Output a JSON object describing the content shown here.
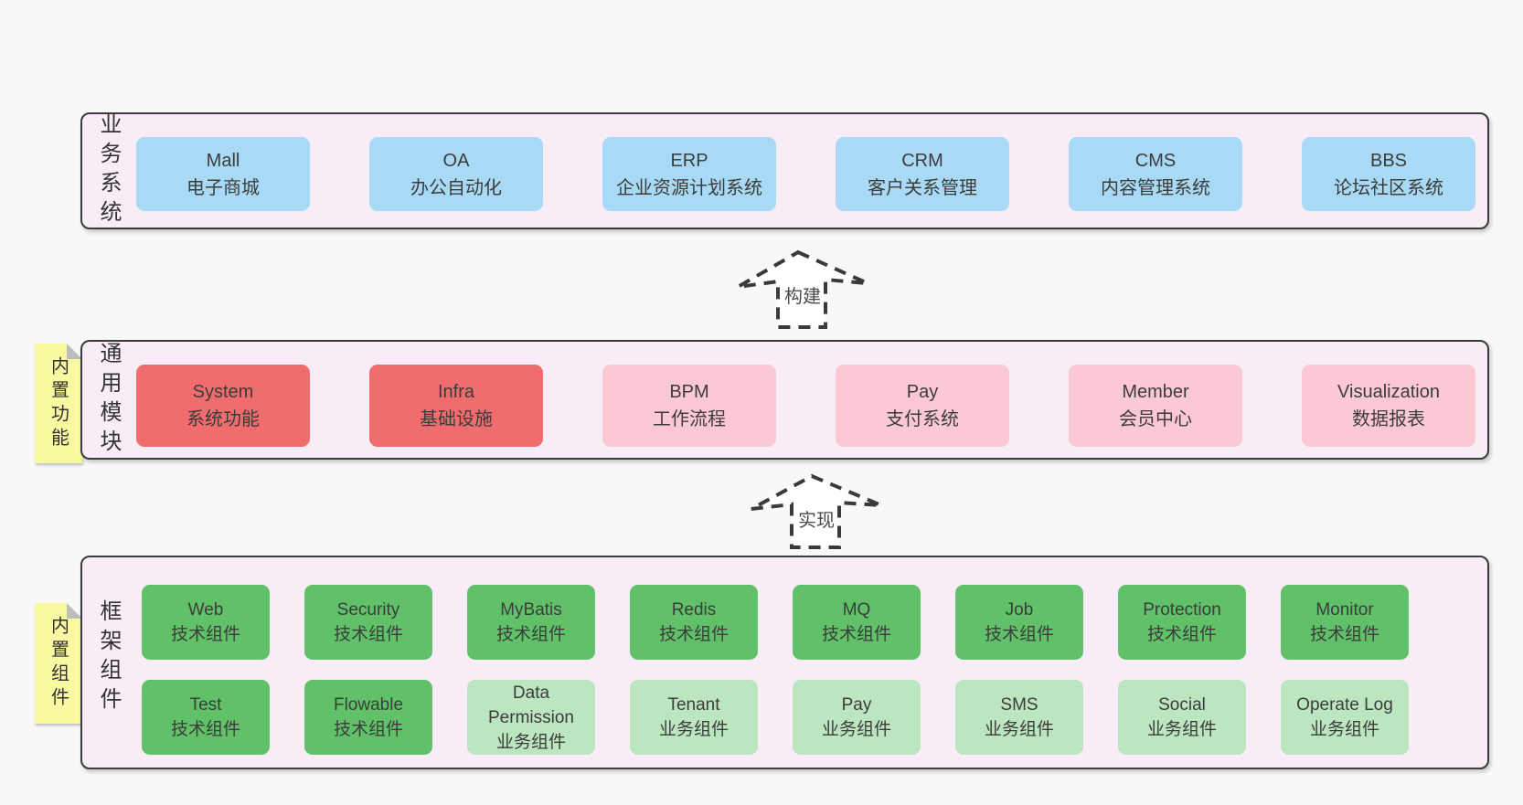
{
  "colors": {
    "page_bg": "#f8f8f8",
    "panel_bg": "#f8edf7",
    "panel_border": "#3b3b3b",
    "blue": "#a8daf5",
    "red": "#f16c6c",
    "pink": "#fcc8d3",
    "green_dark": "#60c169",
    "green_light": "#bce6c0",
    "sticky_yellow": "#f9f9a2",
    "text": "#3c3c3c"
  },
  "arrows": [
    {
      "label": "构建"
    },
    {
      "label": "实现"
    }
  ],
  "sections": [
    {
      "side_label": "业务系统",
      "items": [
        {
          "title": "Mall",
          "subtitle": "电子商城",
          "color": "blue"
        },
        {
          "title": "OA",
          "subtitle": "办公自动化",
          "color": "blue"
        },
        {
          "title": "ERP",
          "subtitle": "企业资源计划系统",
          "color": "blue"
        },
        {
          "title": "CRM",
          "subtitle": "客户关系管理",
          "color": "blue"
        },
        {
          "title": "CMS",
          "subtitle": "内容管理系统",
          "color": "blue"
        },
        {
          "title": "BBS",
          "subtitle": "论坛社区系统",
          "color": "blue"
        }
      ]
    },
    {
      "sticky": "内置功能",
      "side_label": "通用模块",
      "items": [
        {
          "title": "System",
          "subtitle": "系统功能",
          "color": "red"
        },
        {
          "title": "Infra",
          "subtitle": "基础设施",
          "color": "red"
        },
        {
          "title": "BPM",
          "subtitle": "工作流程",
          "color": "pink"
        },
        {
          "title": "Pay",
          "subtitle": "支付系统",
          "color": "pink"
        },
        {
          "title": "Member",
          "subtitle": "会员中心",
          "color": "pink"
        },
        {
          "title": "Visualization",
          "subtitle": "数据报表",
          "color": "pink"
        }
      ]
    },
    {
      "sticky": "内置组件",
      "side_label": "框架组件",
      "items": [
        {
          "title": "Web",
          "subtitle": "技术组件",
          "color": "green_dark"
        },
        {
          "title": "Security",
          "subtitle": "技术组件",
          "color": "green_dark"
        },
        {
          "title": "MyBatis",
          "subtitle": "技术组件",
          "color": "green_dark"
        },
        {
          "title": "Redis",
          "subtitle": "技术组件",
          "color": "green_dark"
        },
        {
          "title": "MQ",
          "subtitle": "技术组件",
          "color": "green_dark"
        },
        {
          "title": "Job",
          "subtitle": "技术组件",
          "color": "green_dark"
        },
        {
          "title": "Protection",
          "subtitle": "技术组件",
          "color": "green_dark"
        },
        {
          "title": "Monitor",
          "subtitle": "技术组件",
          "color": "green_dark"
        },
        {
          "title": "Test",
          "subtitle": "技术组件",
          "color": "green_dark"
        },
        {
          "title": "Flowable",
          "subtitle": "技术组件",
          "color": "green_dark"
        },
        {
          "title": "Data Permission",
          "subtitle": "业务组件",
          "color": "green_light"
        },
        {
          "title": "Tenant",
          "subtitle": "业务组件",
          "color": "green_light"
        },
        {
          "title": "Pay",
          "subtitle": "业务组件",
          "color": "green_light"
        },
        {
          "title": "SMS",
          "subtitle": "业务组件",
          "color": "green_light"
        },
        {
          "title": "Social",
          "subtitle": "业务组件",
          "color": "green_light"
        },
        {
          "title": "Operate Log",
          "subtitle": "业务组件",
          "color": "green_light"
        }
      ]
    }
  ]
}
